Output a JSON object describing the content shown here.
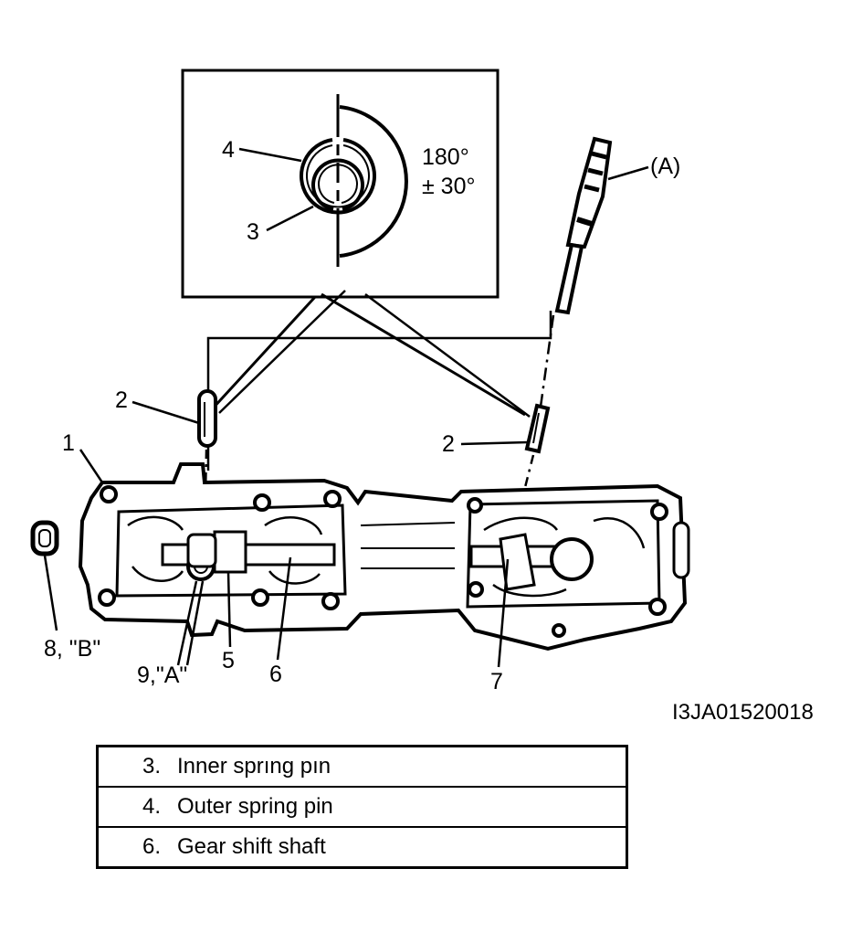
{
  "callouts": {
    "inset_outer": "4",
    "inset_inner": "3",
    "angle_value": "180°",
    "angle_tolerance": "± 30°",
    "tool": "(A)",
    "pin_left": "2",
    "pin_right": "2",
    "case": "1",
    "o_ring": "8, \"B\"",
    "plug": "9,\"A\"",
    "shift_fork": "5",
    "shift_shaft": "6",
    "right_part": "7"
  },
  "figure_code": "I3JA01520018",
  "legend": [
    {
      "num": "3.",
      "text": "Inner sprıng pın"
    },
    {
      "num": "4.",
      "text": "Outer spring pin"
    },
    {
      "num": "6.",
      "text": "Gear shift shaft"
    }
  ]
}
